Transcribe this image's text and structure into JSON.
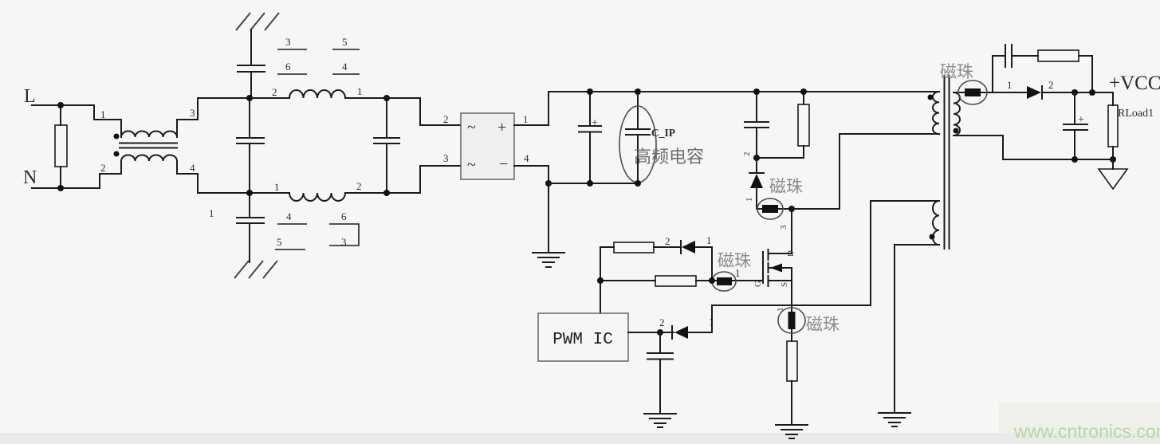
{
  "diagram": {
    "labels": {
      "line": "L",
      "neutral": "N",
      "choke_p1": "1",
      "choke_p2": "2",
      "choke_p3": "3",
      "choke_p4": "4",
      "ft3": "3",
      "ft5": "5",
      "ft6": "6",
      "ft4": "4",
      "ind1_p2": "2",
      "ind1_p1": "1",
      "ind2_p1": "1",
      "ind2_p2": "2",
      "ycap_p1": "1",
      "fb4": "4",
      "fb6": "6",
      "fb5": "5",
      "fb3": "3",
      "br_p2": "2",
      "br_p3": "3",
      "br_p1": "1",
      "br_p4": "4",
      "br_ac1": "~",
      "br_ac2": "~",
      "br_plus": "+",
      "br_minus": "−",
      "cin_plus": "+",
      "cip": "C_IP",
      "cip_note": "高频电容",
      "bead": "磁珠",
      "clamp_p2": "2",
      "clamp_p1": "1",
      "drain_p3": "3",
      "fet_d": "D",
      "fet_g": "G",
      "fet_s": "S",
      "gd_p2": "2",
      "gd_p1": "1",
      "gbead_p1": "1",
      "pwm": "PWM IC",
      "vd_p2": "2",
      "vd_p1": "1",
      "sbead_p1": "1",
      "od_p1": "1",
      "od_p2": "2",
      "cout_plus": "+",
      "vcc": "+VCC",
      "rload": "RLoad1",
      "watermark": "www.cntronics.com"
    }
  }
}
